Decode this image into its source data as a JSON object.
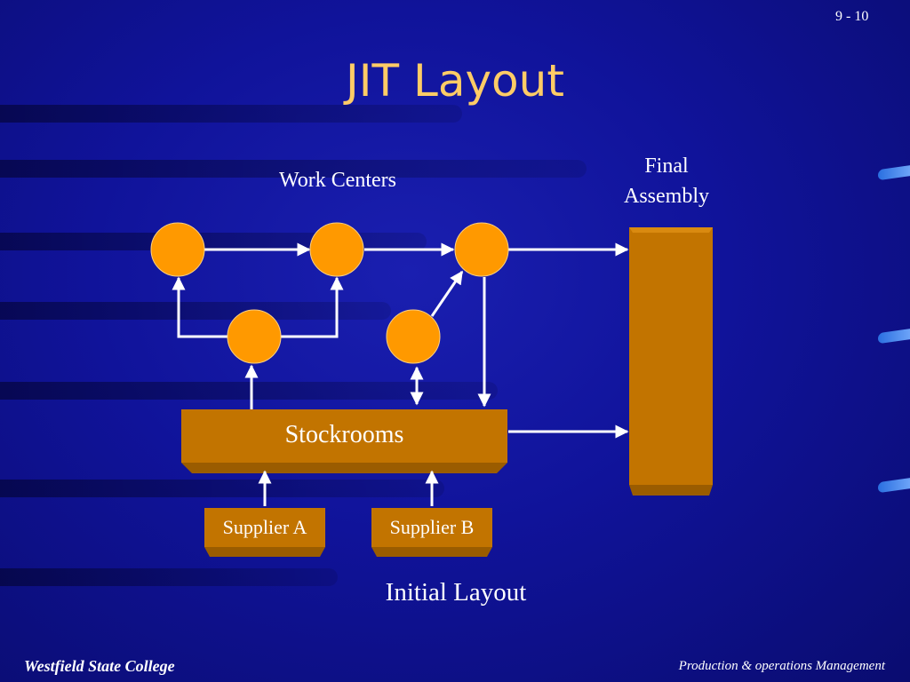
{
  "slide_number": "9 - 10",
  "title": "JIT Layout",
  "labels": {
    "work_centers": "Work Centers",
    "final_assembly_line1": "Final",
    "final_assembly_line2": "Assembly",
    "stockrooms": "Stockrooms",
    "supplier_a": "Supplier A",
    "supplier_b": "Supplier B",
    "caption": "Initial Layout"
  },
  "footer": {
    "left": "Westfield State College",
    "right": "Production & operations Management"
  },
  "colors": {
    "title": "#ffcc66",
    "node_fill": "#ff9900",
    "box_fill": "#c27400",
    "arrow": "#ffffff"
  }
}
